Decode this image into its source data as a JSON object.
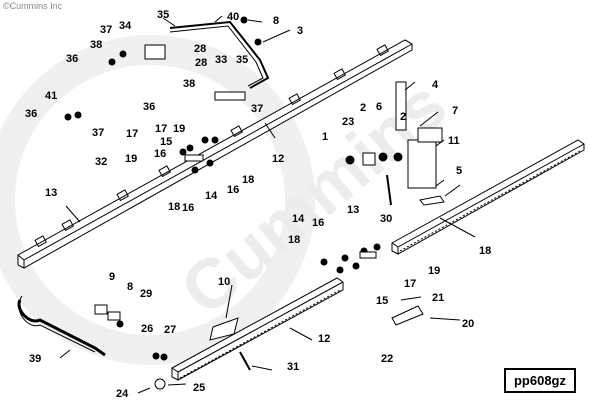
{
  "copyright": "©Cummins Inc",
  "part_number": "pp608gz",
  "watermark": "Cummins",
  "colors": {
    "line": "#000000",
    "rail_fill": "#ffffff",
    "watermark": "#ececec"
  },
  "labels": [
    "35",
    "40",
    "8",
    "37",
    "34",
    "3",
    "38",
    "28",
    "36",
    "28",
    "33",
    "35",
    "38",
    "41",
    "36",
    "36",
    "37",
    "37",
    "4",
    "12",
    "7",
    "2",
    "6",
    "2",
    "23",
    "1",
    "11",
    "17",
    "17",
    "19",
    "15",
    "16",
    "32",
    "19",
    "18",
    "5",
    "13",
    "14",
    "16",
    "30",
    "18",
    "16",
    "18",
    "16",
    "14",
    "13",
    "18",
    "19",
    "17",
    "15",
    "21",
    "9",
    "10",
    "8",
    "29",
    "20",
    "12",
    "26",
    "27",
    "22",
    "39",
    "31",
    "24",
    "25"
  ],
  "callouts": [
    {
      "n": "35"
    },
    {
      "n": "40"
    },
    {
      "n": "8"
    },
    {
      "n": "37"
    },
    {
      "n": "34"
    },
    {
      "n": "3"
    },
    {
      "n": "38"
    },
    {
      "n": "28"
    },
    {
      "n": "36"
    },
    {
      "n": "28"
    },
    {
      "n": "33"
    },
    {
      "n": "35"
    },
    {
      "n": "38"
    },
    {
      "n": "41"
    },
    {
      "n": "36"
    },
    {
      "n": "36"
    },
    {
      "n": "37"
    },
    {
      "n": "37"
    },
    {
      "n": "4"
    },
    {
      "n": "12"
    },
    {
      "n": "7"
    },
    {
      "n": "2"
    },
    {
      "n": "6"
    },
    {
      "n": "2"
    },
    {
      "n": "23"
    },
    {
      "n": "1"
    },
    {
      "n": "11"
    },
    {
      "n": "17"
    },
    {
      "n": "17"
    },
    {
      "n": "19"
    },
    {
      "n": "15"
    },
    {
      "n": "16"
    },
    {
      "n": "32"
    },
    {
      "n": "19"
    },
    {
      "n": "18"
    },
    {
      "n": "5"
    },
    {
      "n": "13"
    },
    {
      "n": "14"
    },
    {
      "n": "16"
    },
    {
      "n": "30"
    },
    {
      "n": "18"
    },
    {
      "n": "16"
    },
    {
      "n": "18"
    },
    {
      "n": "16"
    },
    {
      "n": "14"
    },
    {
      "n": "13"
    },
    {
      "n": "18"
    },
    {
      "n": "19"
    },
    {
      "n": "17"
    },
    {
      "n": "15"
    },
    {
      "n": "21"
    },
    {
      "n": "9"
    },
    {
      "n": "10"
    },
    {
      "n": "8"
    },
    {
      "n": "29"
    },
    {
      "n": "20"
    },
    {
      "n": "12"
    },
    {
      "n": "26"
    },
    {
      "n": "27"
    },
    {
      "n": "22"
    },
    {
      "n": "39"
    },
    {
      "n": "31"
    },
    {
      "n": "24"
    },
    {
      "n": "25"
    }
  ]
}
